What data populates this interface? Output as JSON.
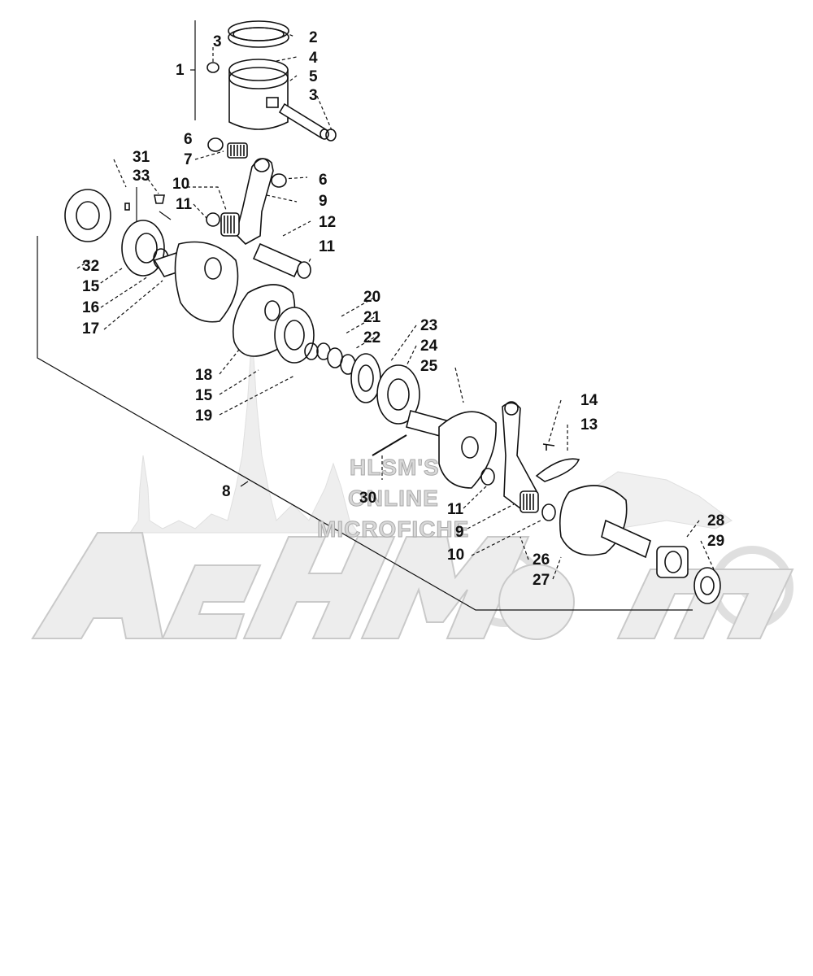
{
  "watermark": {
    "logo_text": "AehMotm",
    "line1": "HLSM'S",
    "line2": "ONLINE",
    "line3": "MICROFICHE"
  },
  "callouts": {
    "c1": "1",
    "c2": "2",
    "c3a": "3",
    "c3b": "3",
    "c4": "4",
    "c5": "5",
    "c6a": "6",
    "c6b": "6",
    "c7": "7",
    "c8": "8",
    "c9a": "9",
    "c9b": "9",
    "c10a": "10",
    "c10b": "10",
    "c11a": "11",
    "c11b": "11",
    "c11c": "11",
    "c12": "12",
    "c13": "13",
    "c14": "14",
    "c15a": "15",
    "c15b": "15",
    "c16": "16",
    "c17": "17",
    "c18": "18",
    "c19": "19",
    "c20": "20",
    "c21": "21",
    "c22": "22",
    "c23": "23",
    "c24": "24",
    "c25": "25",
    "c26": "26",
    "c27": "27",
    "c28": "28",
    "c29": "29",
    "c30": "30",
    "c31": "31",
    "c32": "32",
    "c33": "33"
  }
}
